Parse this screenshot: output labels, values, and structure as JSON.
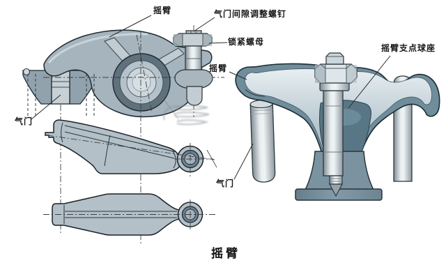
{
  "labels": {
    "rocker_arm_top": "摇臂",
    "valve_clearance_screw": "气门间隙调整螺钉",
    "lock_nut": "锁紧螺母",
    "rocker_arm_side": "摇臂",
    "fulcrum_ball_seat": "摇臂支点球座",
    "valve_front_view": "气门",
    "valve_3d_view": "气门",
    "caption": "摇臂"
  },
  "colors": {
    "background": "#ffffff",
    "drawing_fill": "#b4c0c8",
    "profile_fill": "#a6b4be",
    "hub_ring_dark": "#5f717d",
    "arm_edge_3d": "#6f8d9b",
    "pocket_dark": "#587685",
    "pedestal": "#7b93a1",
    "outline": "#202c33",
    "label_text": "#191919"
  }
}
